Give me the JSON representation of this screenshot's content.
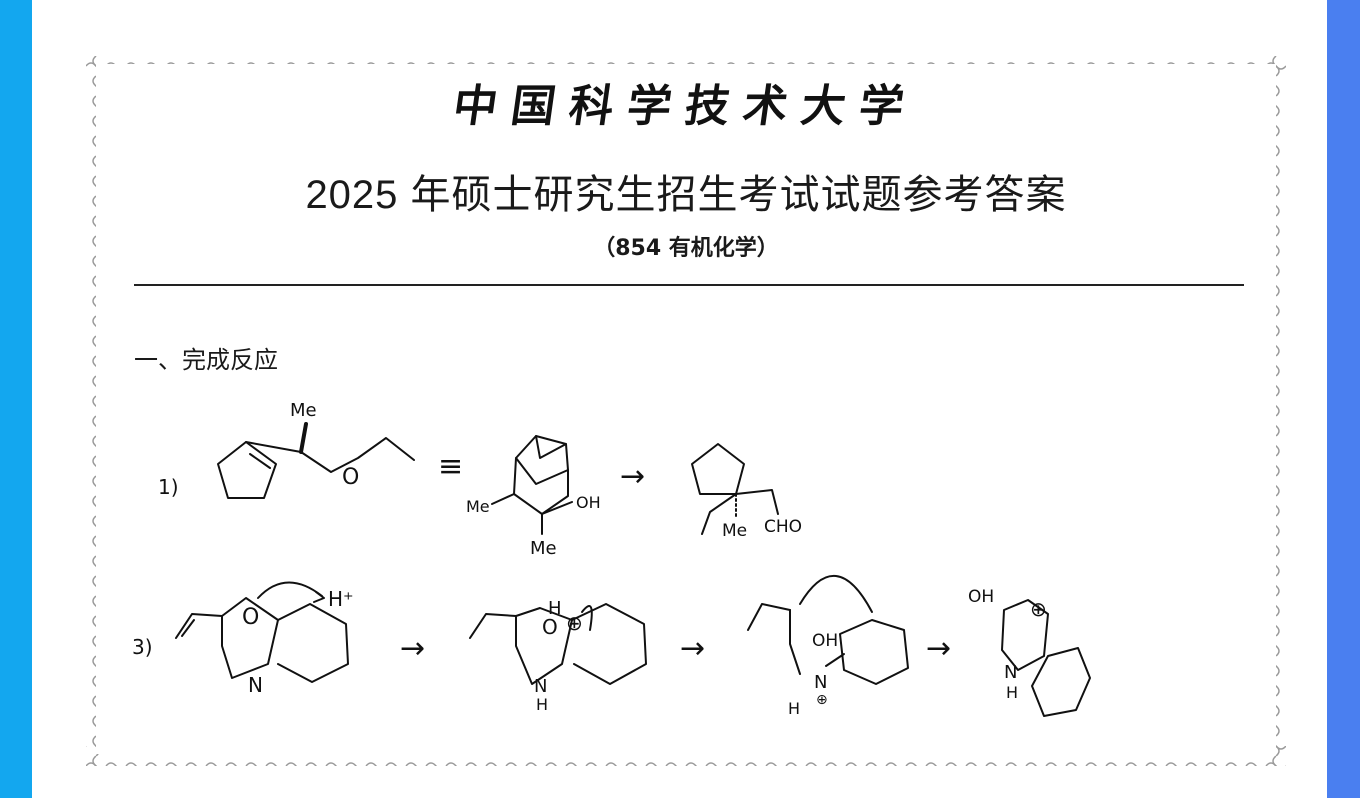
{
  "header": {
    "brand": "中国科学技术大学",
    "title": "2025 年硕士研究生招生考试试题参考答案",
    "subtitle": "（854 有机化学）"
  },
  "section": {
    "heading": "一、完成反应"
  },
  "reactions": {
    "r1": {
      "number": "1)",
      "me_top": "Me",
      "o": "O",
      "equiv": "≡",
      "me_left": "Me",
      "oh": "OH",
      "me_bottom": "Me",
      "arrow": "→",
      "me_product": "Me",
      "cho": "CHO"
    },
    "r3": {
      "number": "3)",
      "o1": "O",
      "n1": "N",
      "hplus": "H⁺",
      "arrow1": "→",
      "h2": "H",
      "o2": "O",
      "plus2": "⊕",
      "n2": "N",
      "h2b": "H",
      "arrow2": "→",
      "oh3": "OH",
      "n3": "N",
      "h3": "H",
      "plus3": "⊕",
      "arrow3": "→",
      "oh4": "OH",
      "plus4": "⊕",
      "n4": "N",
      "h4": "H"
    }
  }
}
